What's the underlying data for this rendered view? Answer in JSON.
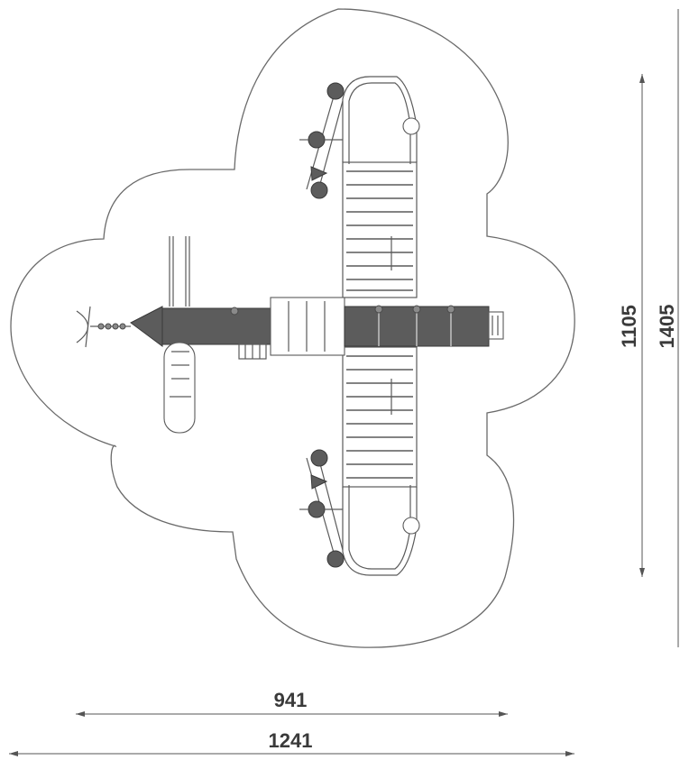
{
  "dimensions": {
    "width_inner": "941",
    "width_outer": "1241",
    "height_inner": "1105",
    "height_outer": "1405"
  },
  "colors": {
    "line": "#6a6a6a",
    "fill_dark": "#5c5c5c",
    "text": "#3a3a3a"
  }
}
